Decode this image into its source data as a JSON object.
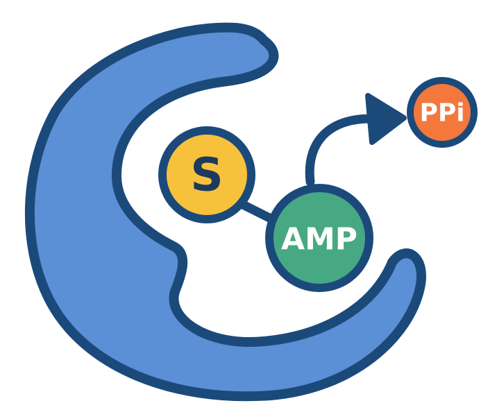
{
  "diagram": {
    "nodes": {
      "substrate": {
        "label": "S"
      },
      "amp": {
        "label": "AMP"
      },
      "ppi": {
        "label": "PPi"
      }
    },
    "colors": {
      "enzyme_fill": "#5b8fd6",
      "outline": "#1b4a7a",
      "substrate_fill": "#f8c13c",
      "amp_fill": "#46a983",
      "ppi_fill": "#f4773b",
      "dark_text": "#1b3a5c",
      "light_text": "#ffffff"
    },
    "icons": {
      "enzyme": "crescent-enzyme-shape",
      "arrow": "curved-arrow-icon"
    }
  }
}
